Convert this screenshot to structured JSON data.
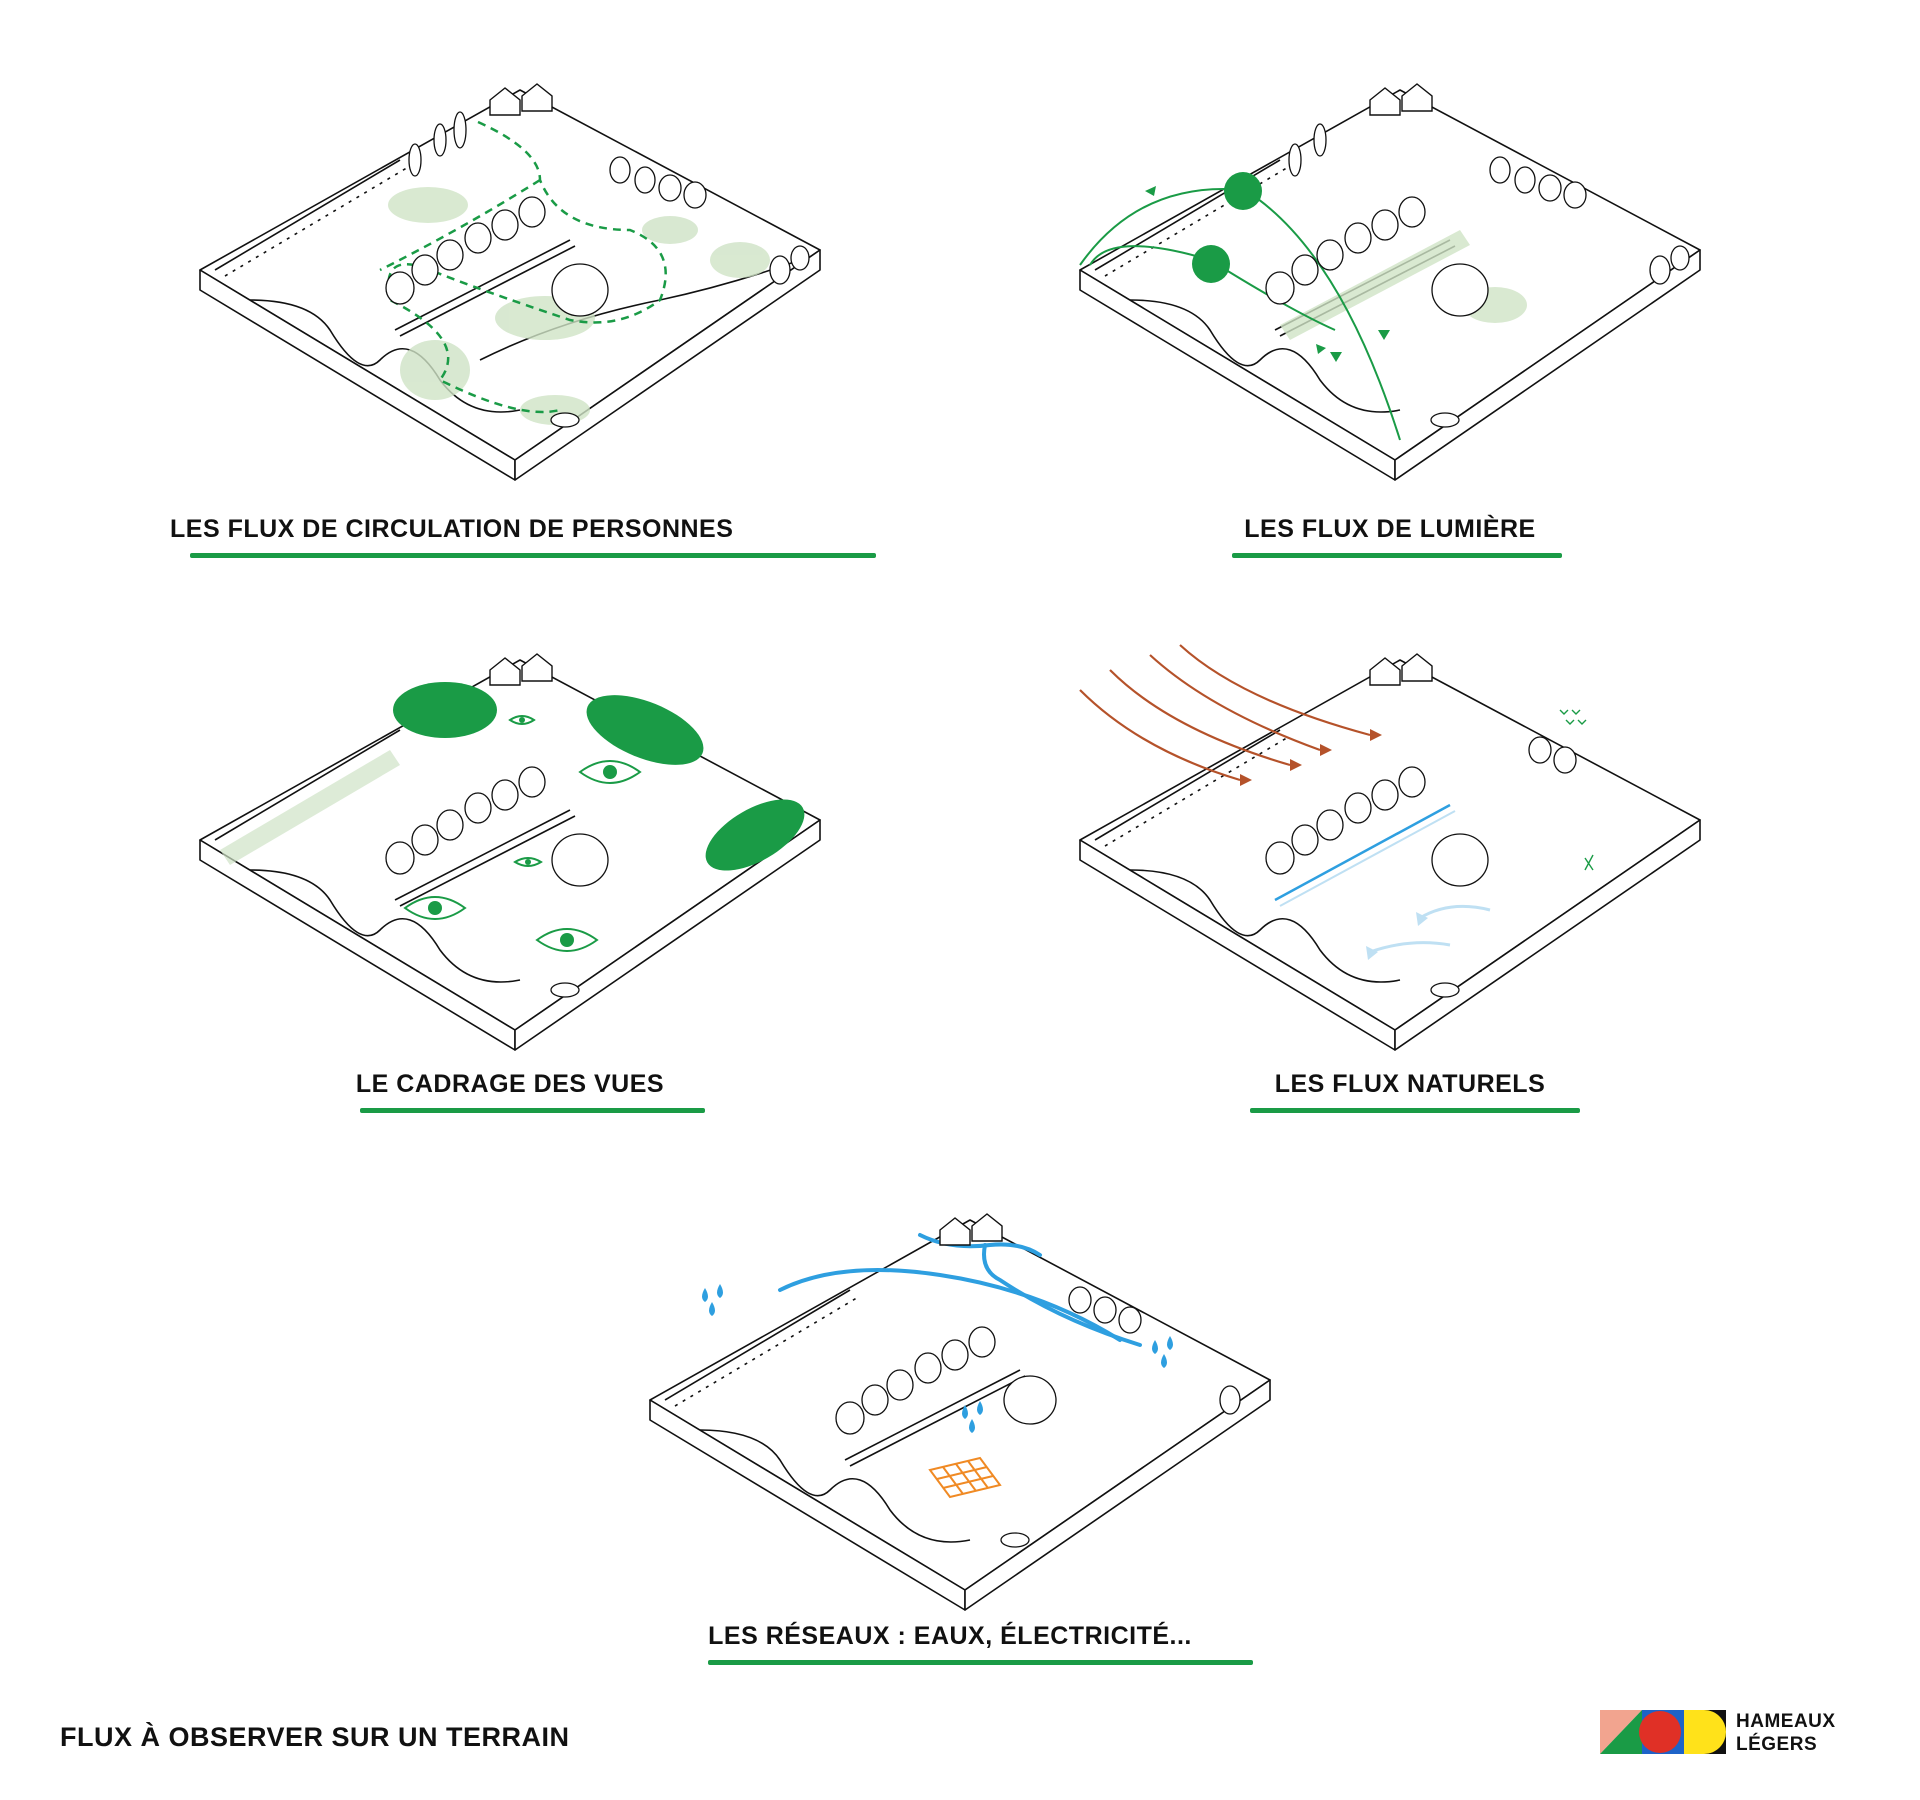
{
  "panels": [
    {
      "id": "circulation",
      "caption": "LES FLUX DE CIRCULATION DE PERSONNES"
    },
    {
      "id": "lumiere",
      "caption": "LES FLUX DE LUMIÈRE"
    },
    {
      "id": "vues",
      "caption": "LE CADRAGE DES VUES"
    },
    {
      "id": "naturels",
      "caption": "LES FLUX NATURELS"
    },
    {
      "id": "reseaux",
      "caption": "LES RÉSEAUX : EAUX, ÉLECTRICITÉ..."
    }
  ],
  "footer": {
    "title": "FLUX À OBSERVER SUR UN TERRAIN"
  },
  "logo": {
    "line1": "HAMEAUX",
    "line2": "LÉGERS"
  },
  "colors": {
    "accent_green": "#1a9b46",
    "light_green": "#cfe3c6",
    "wind_brown": "#b5522a",
    "water_blue": "#2e9fe0",
    "light_blue": "#bfe0f3",
    "solar_orange": "#f08a24",
    "logo_pink": "#f2a48f",
    "logo_red": "#e03026",
    "logo_blue": "#1e63c8",
    "logo_yellow": "#ffe21a",
    "logo_green": "#1a9b46"
  }
}
